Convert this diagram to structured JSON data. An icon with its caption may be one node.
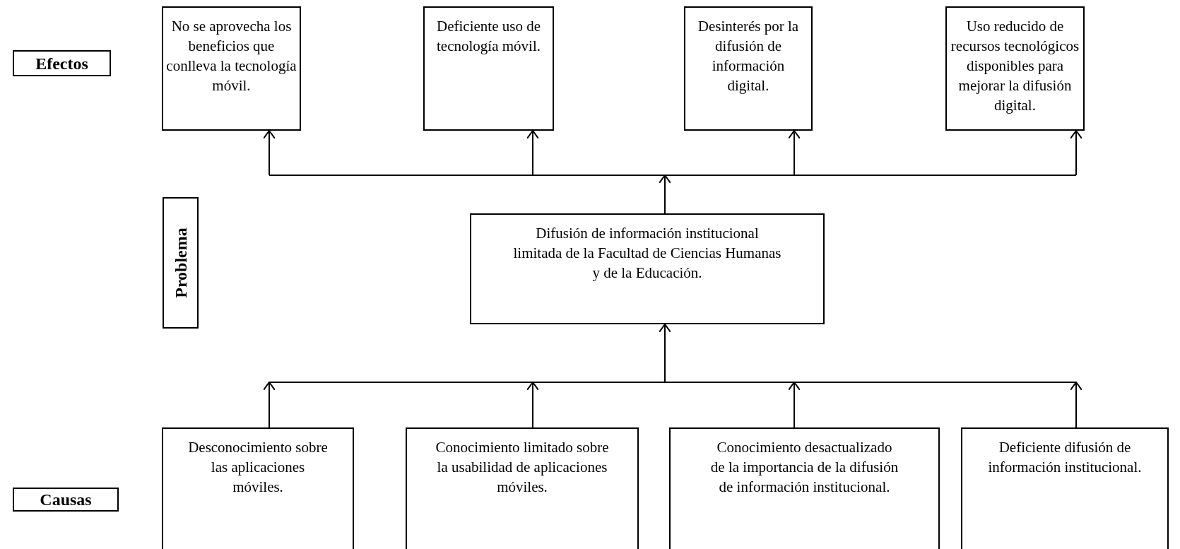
{
  "diagram": {
    "nodes": [
      {
        "text": [
          "Efectos"
        ]
      },
      {
        "text": [
          "No se aprovecha los beneficios que conlleva la tecnología móvil."
        ]
      },
      {
        "text": [
          "Deficiente uso de tecnología móvil."
        ]
      },
      {
        "text": [
          "Desinterés por la difusión de información digital."
        ]
      },
      {
        "text": [
          "Uso reducido de recursos tecnológicos disponibles para mejorar la difusión digital."
        ]
      },
      {
        "text": [
          "Problema"
        ]
      },
      {
        "text": [
          "Difusión de información institucional limitada de la Facultad de Ciencias Humanas y de la Educación."
        ]
      },
      {
        "text": [
          "Causas"
        ]
      },
      {
        "text": [
          "Desconocimiento sobre las aplicaciones móviles."
        ]
      },
      {
        "text": [
          "Conocimiento limitado sobre la usabilidad de aplicaciones móviles."
        ]
      },
      {
        "text": [
          "Conocimiento desactualizado de la importancia de la difusión de información institucional."
        ]
      },
      {
        "text": [
          "Deficiente difusión de información institucional."
        ]
      }
    ],
    "edges": [
      {
        "from": 6,
        "to": 1,
        "arrow": "to"
      },
      {
        "from": 6,
        "to": 2,
        "arrow": "to"
      },
      {
        "from": 6,
        "to": 3,
        "arrow": "to"
      },
      {
        "from": 6,
        "to": 4,
        "arrow": "to"
      },
      {
        "from": 8,
        "to": 6,
        "arrow": "to"
      },
      {
        "from": 9,
        "to": 6,
        "arrow": "to"
      },
      {
        "from": 10,
        "to": 6,
        "arrow": "to"
      },
      {
        "from": 11,
        "to": 6,
        "arrow": "to"
      }
    ]
  }
}
